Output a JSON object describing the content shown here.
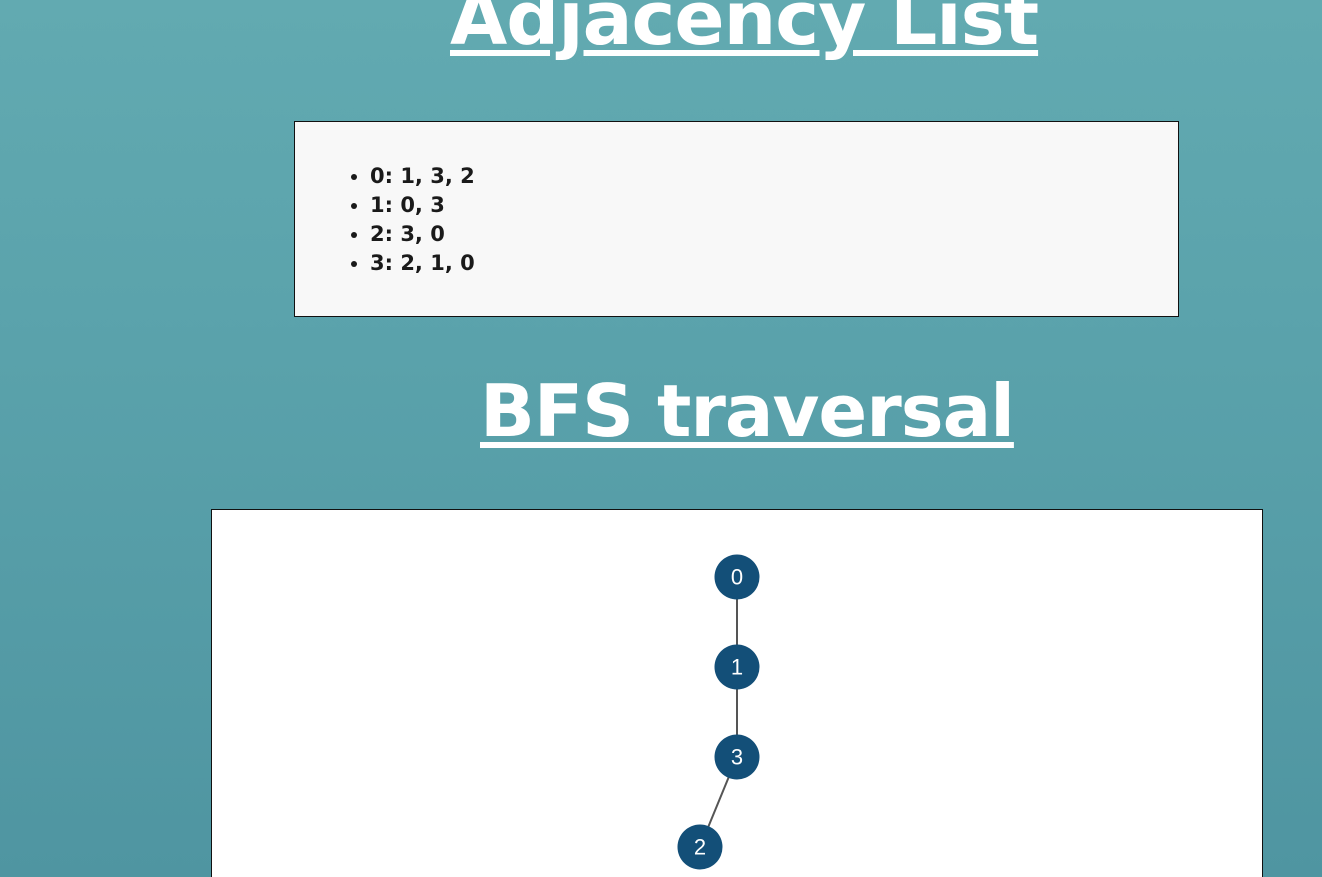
{
  "adjacency": {
    "title": "Adjacency List",
    "items": [
      {
        "label": "0: 1, 3, 2"
      },
      {
        "label": "1: 0, 3"
      },
      {
        "label": "2: 3, 0"
      },
      {
        "label": "3: 2, 1, 0"
      }
    ]
  },
  "bfs": {
    "title": "BFS traversal",
    "nodes": [
      {
        "label": "0"
      },
      {
        "label": "1"
      },
      {
        "label": "3"
      },
      {
        "label": "2"
      }
    ],
    "edges": [
      {
        "from": "0",
        "to": "1"
      },
      {
        "from": "1",
        "to": "3"
      },
      {
        "from": "3",
        "to": "2"
      }
    ]
  },
  "colors": {
    "node_fill": "#134f78",
    "edge": "#555555",
    "heading": "#ffffff"
  }
}
